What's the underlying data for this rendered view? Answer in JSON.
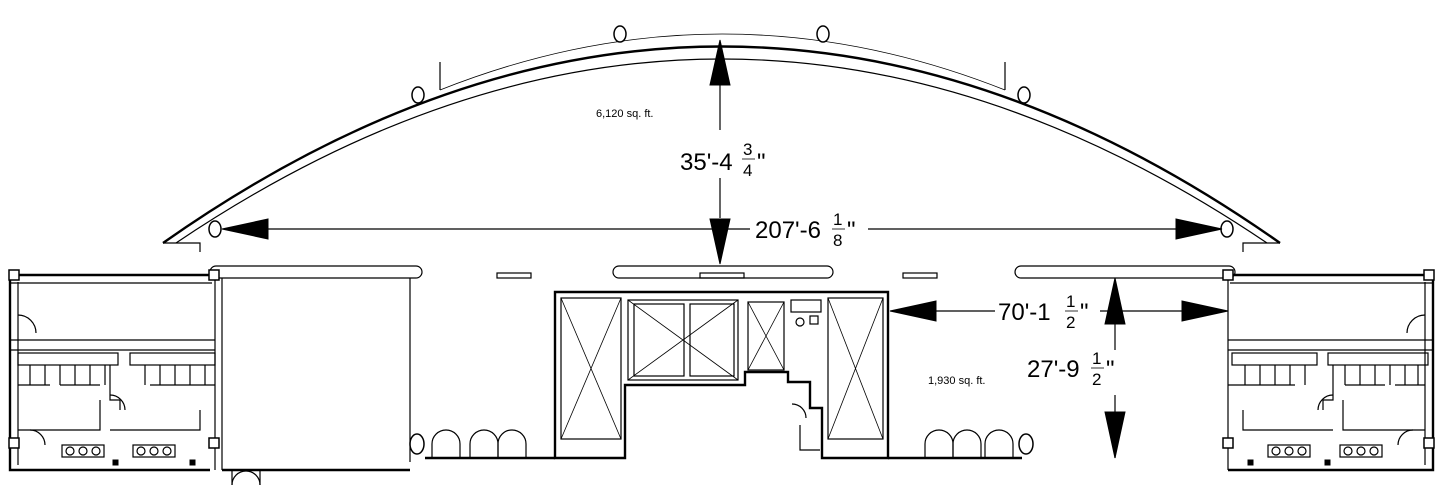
{
  "areas": {
    "top": "6,120 sq. ft.",
    "right": "1,930 sq. ft."
  },
  "dimensions": {
    "depth": {
      "main": "35'-4",
      "num": "3",
      "den": "4",
      "unit": "\""
    },
    "width": {
      "main": "207'-6",
      "num": "1",
      "den": "8",
      "unit": "\""
    },
    "right_width": {
      "main": "70'-1",
      "num": "1",
      "den": "2",
      "unit": "\""
    },
    "right_depth": {
      "main": "27'-9",
      "num": "1",
      "den": "2",
      "unit": "\""
    }
  }
}
